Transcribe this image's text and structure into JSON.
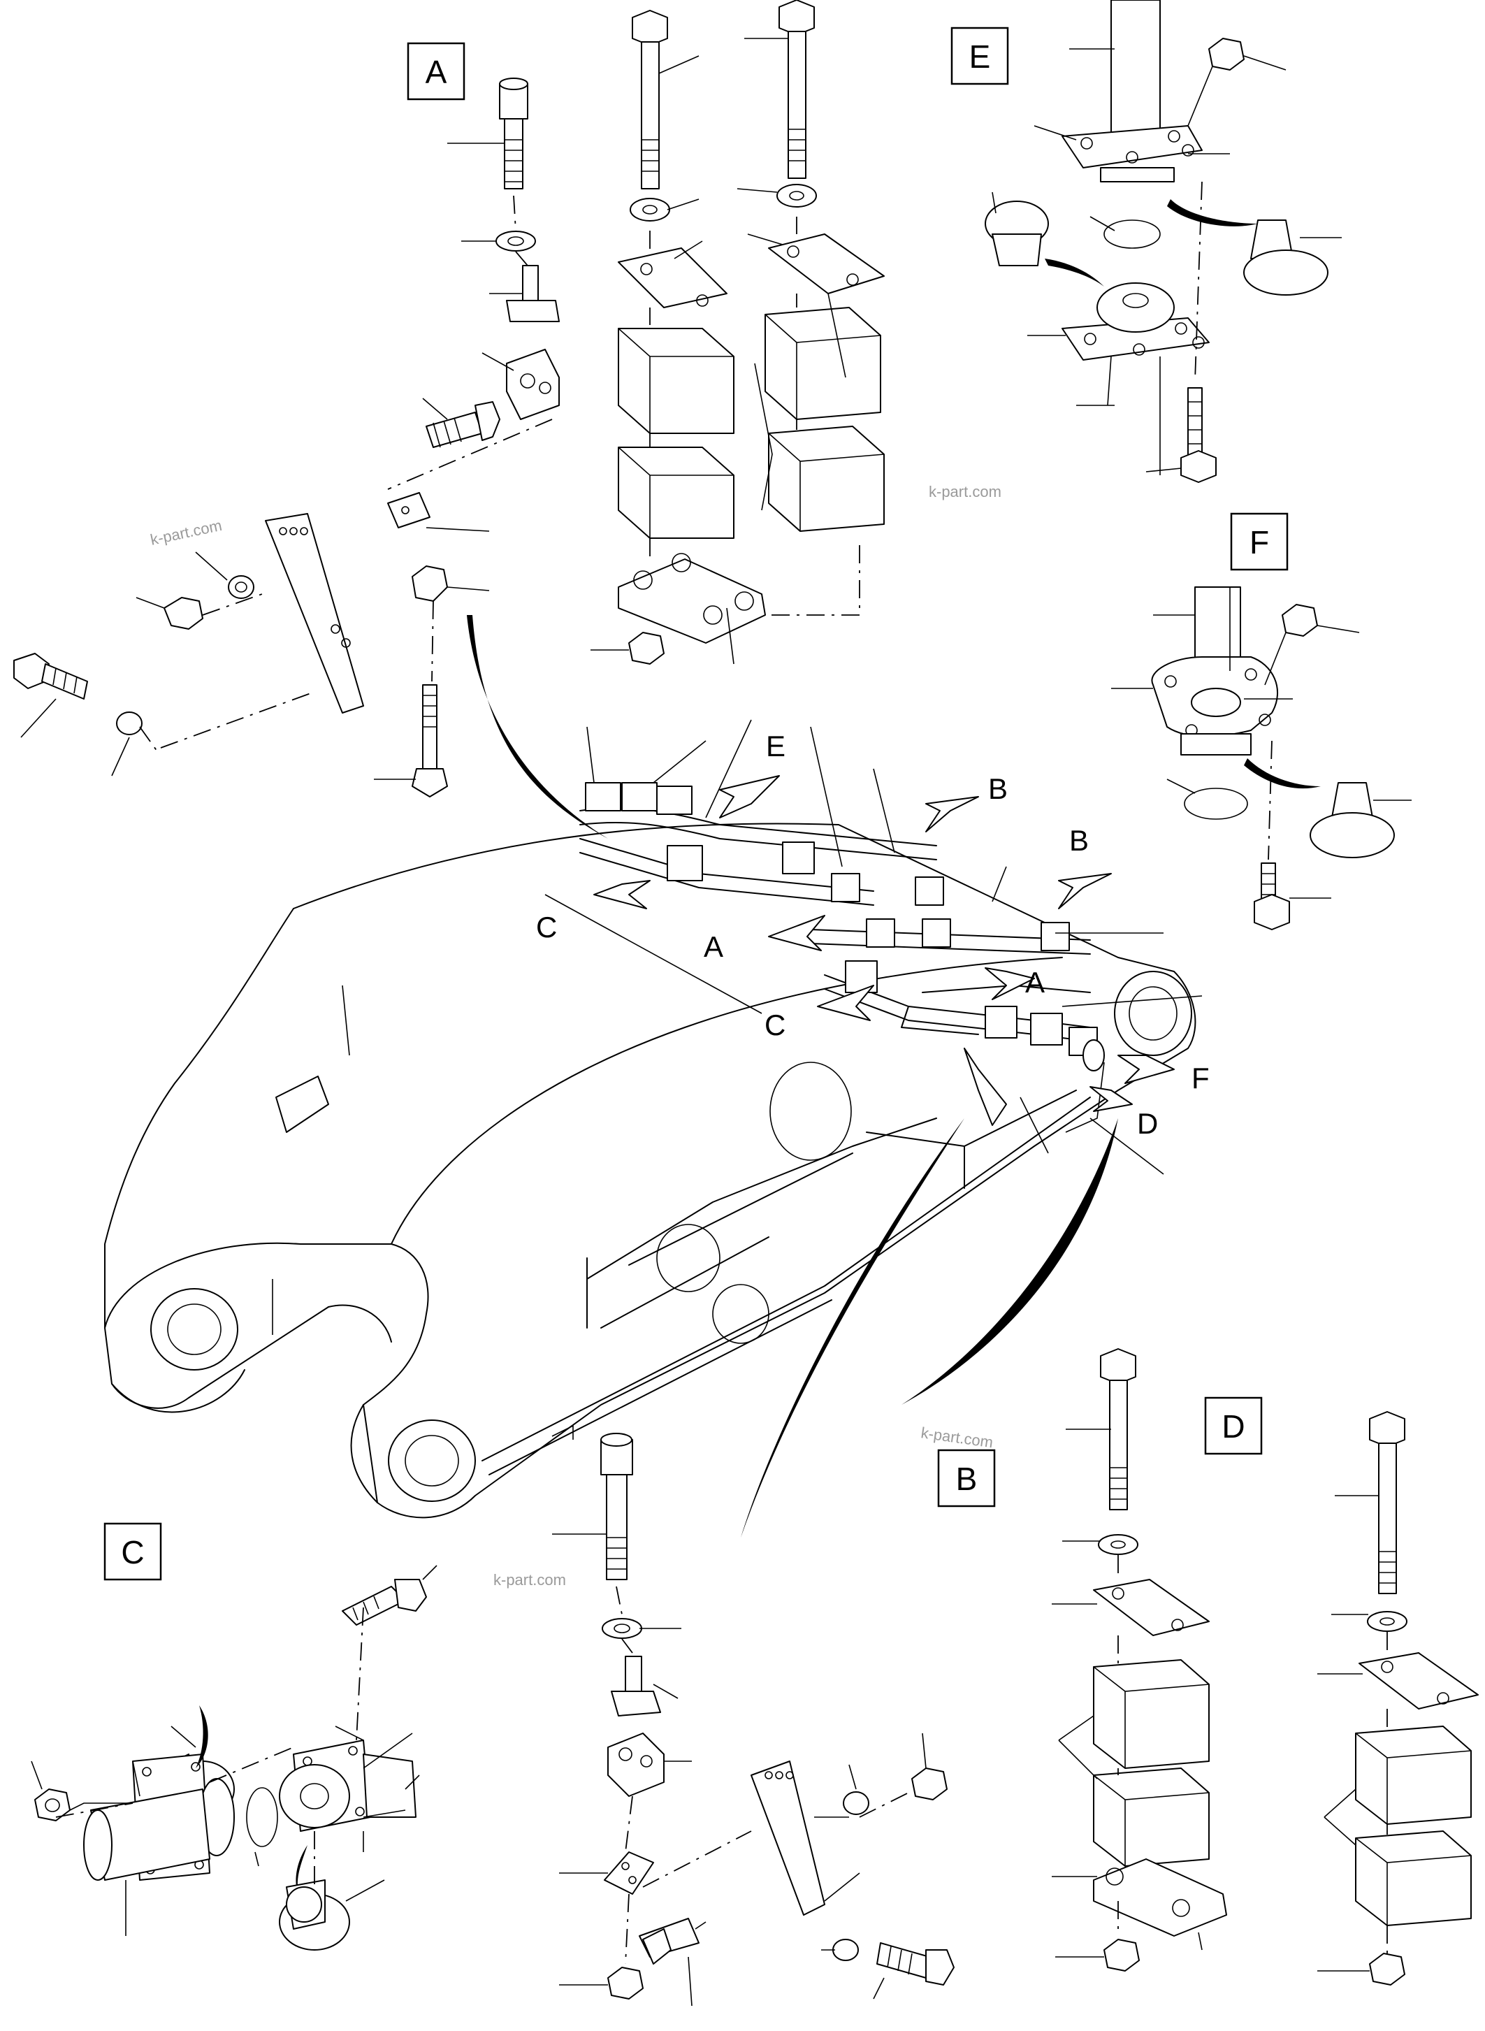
{
  "detail_labels": {
    "a": "A",
    "b": "B",
    "c": "C",
    "d": "D",
    "e": "E",
    "f": "F"
  },
  "callouts": {
    "e": "E",
    "b1": "B",
    "b2": "B",
    "c1": "C",
    "a1": "A",
    "a2": "A",
    "c2": "C",
    "f": "F",
    "d": "D"
  },
  "watermarks": [
    "k-part.com",
    "k-part.com",
    "k-part.com",
    "k-part.com"
  ]
}
